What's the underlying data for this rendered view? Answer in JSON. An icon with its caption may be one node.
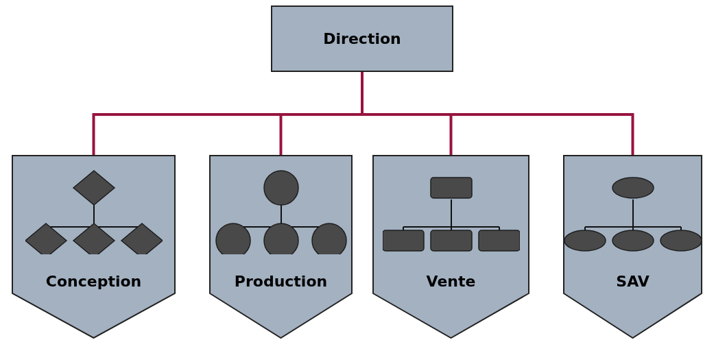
{
  "diagram": {
    "nodes": [
      {
        "text": [
          "Direction"
        ]
      },
      {
        "text": [
          "Conception"
        ]
      },
      {
        "text": [
          "Production"
        ]
      },
      {
        "text": [
          "Vente"
        ]
      },
      {
        "text": [
          "SAV"
        ]
      }
    ],
    "edges": [
      {
        "from": 0,
        "to": 1,
        "arrow": "none"
      },
      {
        "from": 0,
        "to": 2,
        "arrow": "none"
      },
      {
        "from": 0,
        "to": 3,
        "arrow": "none"
      },
      {
        "from": 0,
        "to": 4,
        "arrow": "none"
      }
    ]
  }
}
